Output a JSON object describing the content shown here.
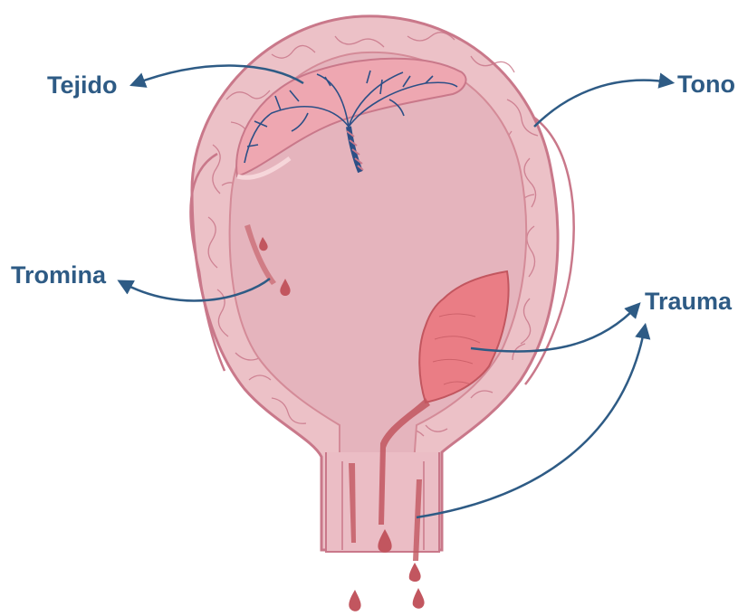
{
  "labels": {
    "tejido": "Tejido",
    "tono": "Tono",
    "tromina": "Tromina",
    "trauma": "Trauma"
  },
  "colors": {
    "label_text": "#2e5b85",
    "arrow": "#2e5b85",
    "uterus_wall": "#ecc1c7",
    "uterus_outline": "#c9788a",
    "cavity": "#e5b4bd",
    "placenta": "#eea7b1",
    "vessels": "#2c4f86",
    "clot": "#ea7d85",
    "blood": "#c2565f"
  }
}
